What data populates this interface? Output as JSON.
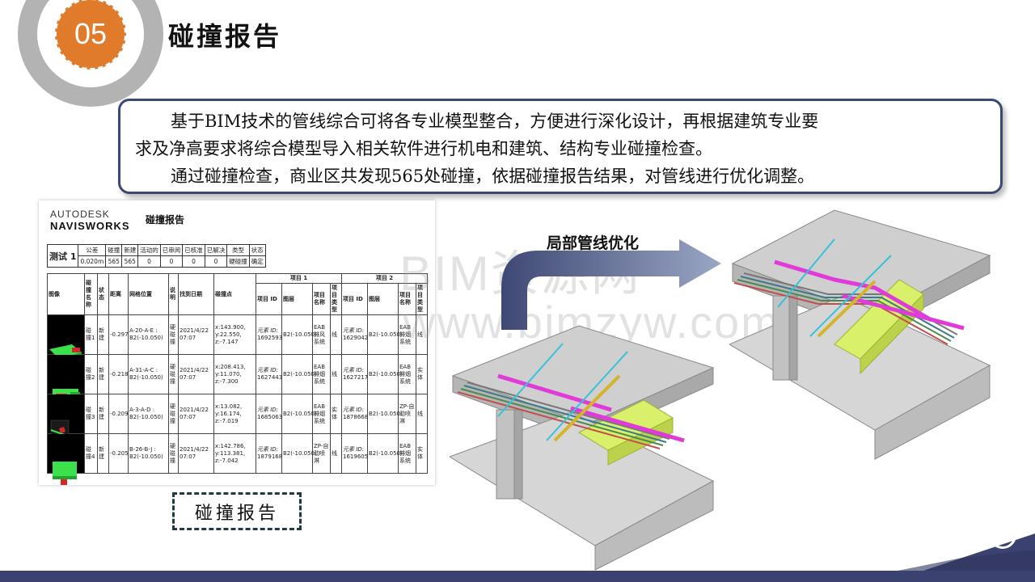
{
  "badge": {
    "number": "05"
  },
  "title": "碰撞报告",
  "intro": {
    "line1": "基于BIM技术的管线综合可将各专业模型整合，方便进行深化设计，再根据建筑专业要",
    "line2": "求及净高要求将综合模型导入相关软件进行机电和建筑、结构专业碰撞检查。",
    "line3": "通过碰撞检查，商业区共发现565处碰撞，依据碰撞报告结果，对管线进行优化调整。"
  },
  "report": {
    "brand_line1": "AUTODESK",
    "brand_line2": "NAVISWORKS",
    "title": "碰撞报告",
    "summary": {
      "test_label": "测试 1",
      "headers": [
        "公差",
        "碰撞",
        "新建",
        "活动的",
        "已审阅",
        "已核准",
        "已解决",
        "类型",
        "状态"
      ],
      "values": [
        "0.020m",
        "565",
        "565",
        "0",
        "0",
        "0",
        "0",
        "硬碰撞",
        "确定"
      ]
    },
    "detail_headers": {
      "image": "图像",
      "name": "碰撞名称",
      "status": "状态",
      "distance": "距离",
      "grid": "网格位置",
      "desc": "说明",
      "date": "找到日期",
      "point": "碰撞点",
      "item1": "项目 1",
      "item2": "项目 2",
      "item_id": "项目 ID",
      "layer": "图层",
      "item_name": "项目名称",
      "item_type": "项目类型"
    },
    "rows": [
      {
        "name": "碰撞1",
        "status": "新建",
        "distance": "-0.297",
        "grid": "A-20-A-E : B2(-10.050)",
        "desc": "硬碰撞",
        "date": "2021/4/22 07:07",
        "point": "x:143.900, y:22.550, z:-7.147",
        "id1_label": "元素 ID:",
        "id1": "1692593",
        "layer1": "B2(-10.050)",
        "name1": "EAB排风系统",
        "type1": "线",
        "id2_label": "元素 ID:",
        "id2": "1629042",
        "layer2": "B2(-10.050)",
        "name2": "EAB排烟系统",
        "type2": "线"
      },
      {
        "name": "碰撞2",
        "status": "新建",
        "distance": "-0.218",
        "grid": "A-31-A-C : B2(-10.050)",
        "desc": "硬碰撞",
        "date": "2021/4/22 07:07",
        "point": "x:208.413, y:11.070, z:-7.300",
        "id1_label": "元素 ID:",
        "id1": "1627443",
        "layer1": "B2(-10.050)",
        "name1": "EAB排烟系统",
        "type1": "线",
        "id2_label": "元素 ID:",
        "id2": "1627217",
        "layer2": "B2(-10.050)",
        "name2": "EAB排烟系统",
        "type2": "实体"
      },
      {
        "name": "碰撞3",
        "status": "新建",
        "distance": "-0.209",
        "grid": "A-3-A-D : B2(-10.050)",
        "desc": "硬碰撞",
        "date": "2021/4/22 07:07",
        "point": "x:13.082, y:16.174, z:-7.019",
        "id1_label": "元素 ID:",
        "id1": "1685063",
        "layer1": "B2(-10.050)",
        "name1": "EAB排烟系统",
        "type1": "实体",
        "id2_label": "元素 ID:",
        "id2": "1878668",
        "layer2": "B2(-10.050)",
        "name2": "ZP-自动喷淋",
        "type2": "线"
      },
      {
        "name": "碰撞4",
        "status": "新建",
        "distance": "-0.205",
        "grid": "B-26-B-J : B2(-10.050)",
        "desc": "硬碰撞",
        "date": "2021/4/22 07:07",
        "point": "x:142.786, y:113.381, z:-7.042",
        "id1_label": "元素 ID:",
        "id1": "1879168",
        "layer1": "B2(-10.050)",
        "name1": "ZP-自动喷淋",
        "type1": "线",
        "id2_label": "元素 ID:",
        "id2": "1619605",
        "layer2": "B2(-10.050)",
        "name2": "EAB排烟系统",
        "type2": "实体"
      }
    ]
  },
  "caption": "碰撞报告",
  "arrow_label": "局部管线优化",
  "watermark": {
    "line1": "BIM资源网",
    "line2": "www.bimzyw.com"
  },
  "colors": {
    "badge": "#e07b2b",
    "frame": "#3c4a72",
    "footer": "#3c4270",
    "pipe_magenta": "#e03ad8",
    "pipe_cyan": "#35c2d8",
    "duct_green": "#d8f06a"
  },
  "icons": {
    "badge_ring": "circle-ring",
    "corner": "circle-outline-icon",
    "arrow": "curved-arrow-icon"
  }
}
